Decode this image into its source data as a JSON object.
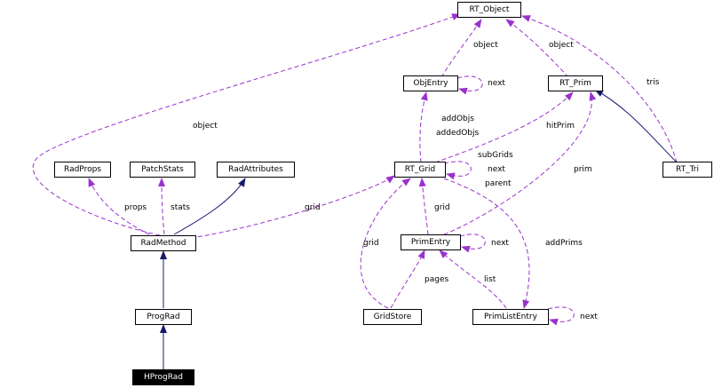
{
  "nodes": {
    "rt_object": "RT_Object",
    "objentry": "ObjEntry",
    "rt_prim": "RT_Prim",
    "rt_grid": "RT_Grid",
    "rt_tri": "RT_Tri",
    "radprops": "RadProps",
    "patchstats": "PatchStats",
    "radattributes": "RadAttributes",
    "radmethod": "RadMethod",
    "primentry": "PrimEntry",
    "gridstore": "GridStore",
    "primlistentry": "PrimListEntry",
    "prograd": "ProgRad",
    "hprograd": "HProgRad"
  },
  "labels": {
    "object_objentry": "object",
    "object_rtprim": "object",
    "object_radmethod": "object",
    "next_objentry": "next",
    "tris": "tris",
    "addobjs": "addObjs",
    "addedobjs": "addedObjs",
    "hitprim": "hitPrim",
    "subgrids": "subGrids",
    "next_grid": "next",
    "parent": "parent",
    "prim": "prim",
    "props": "props",
    "stats": "stats",
    "grid_radmethod": "grid",
    "grid_primentry": "grid",
    "grid_gridstore": "grid",
    "next_primentry": "next",
    "addprims": "addPrims",
    "pages": "pages",
    "list": "list",
    "next_primlistentry": "next"
  },
  "colors": {
    "usage_edge": "#9a32cd",
    "inheritance_edge": "#191970",
    "node_border": "#000000",
    "highlight_node": "#000000"
  }
}
